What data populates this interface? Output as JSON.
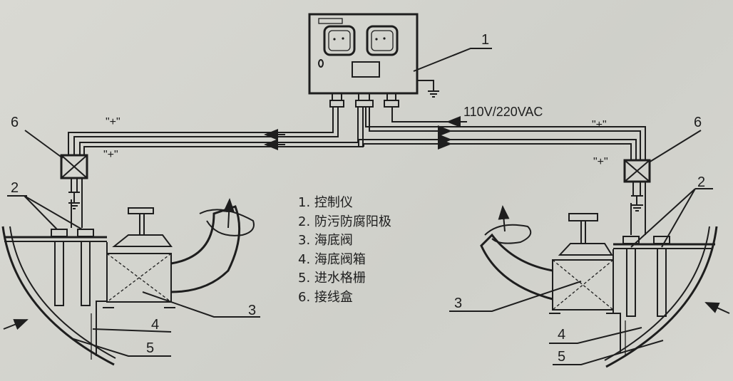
{
  "diagram": {
    "power_label": "110V/220VAC",
    "plus_marks": [
      "\"+\"",
      "\"+\"",
      "\"+\"",
      "\"+\""
    ],
    "callouts": {
      "controller": "1",
      "junction_left": "6",
      "junction_right": "6",
      "anode_left": "2",
      "anode_right": "2",
      "valve_left": "3",
      "valve_right": "3",
      "box_left": "4",
      "box_right": "4",
      "grid_left": "5",
      "grid_right": "5"
    },
    "legend": [
      "1. 控制仪",
      "2. 防污防腐阳极",
      "3. 海底阀",
      "4. 海底阀箱",
      "5. 进水格栅",
      "6. 接线盒"
    ]
  }
}
